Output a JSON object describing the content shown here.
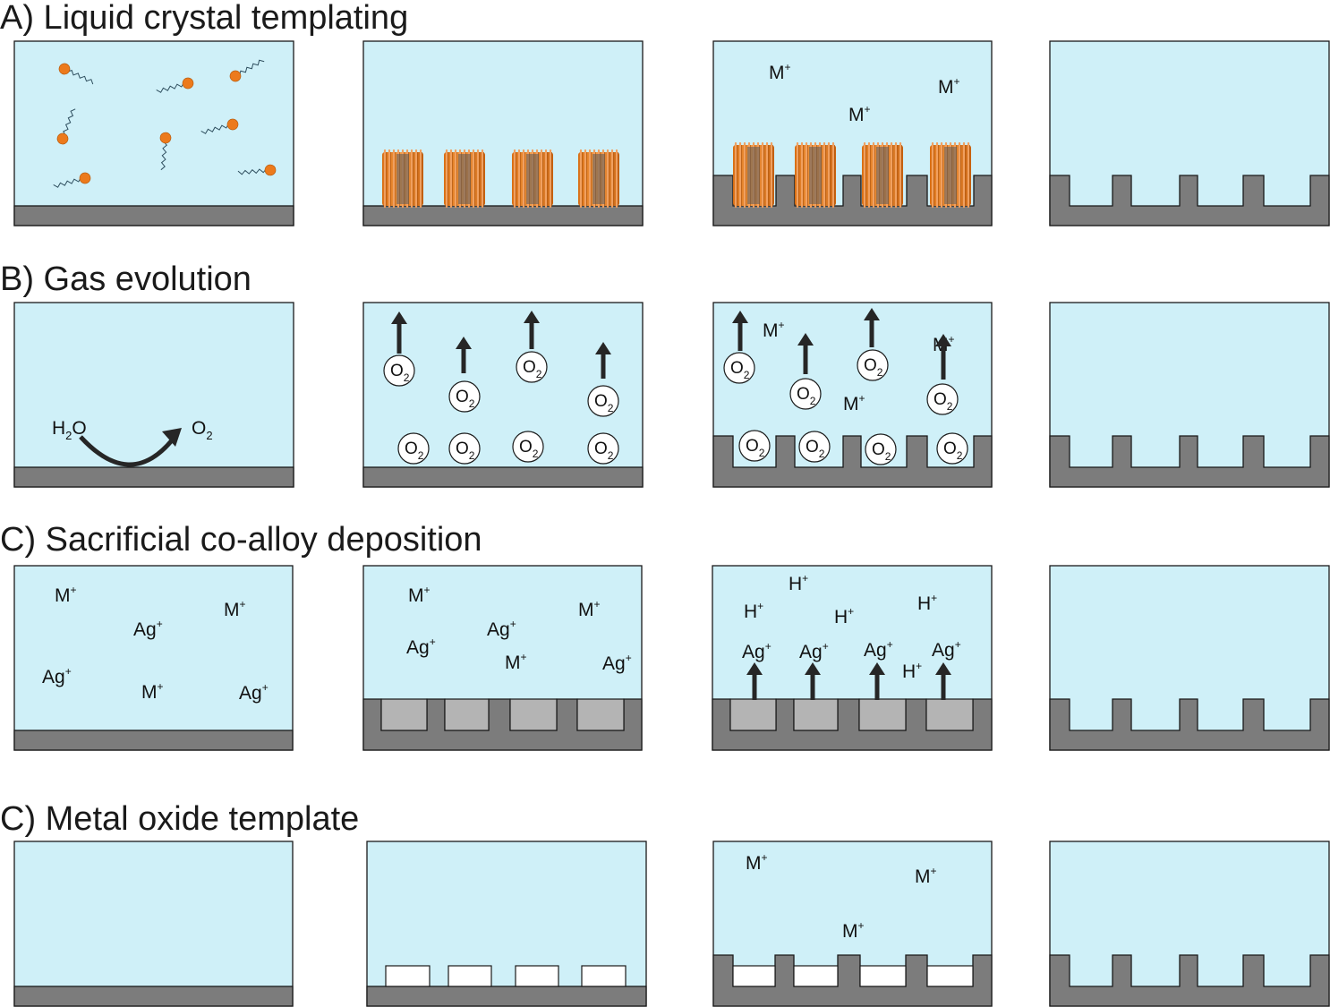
{
  "colors": {
    "solution": "#cff0f8",
    "substrate": "#7c7c7c",
    "outline": "#1a1a1a",
    "surfactant_head": "#ec7a1c",
    "surfactant_tail": "#2f4f5f",
    "micelle": "#e58022",
    "alloy_block": "#b4b4b4",
    "oxide_block": "#ffffff",
    "bubble": "#ffffff",
    "arrow": "#262626"
  },
  "rows": [
    {
      "id": "A",
      "title": "A) Liquid crystal templating"
    },
    {
      "id": "B",
      "title": "B) Gas evolution"
    },
    {
      "id": "C1",
      "title": "C) Sacrificial co-alloy deposition"
    },
    {
      "id": "C2",
      "title": "C) Metal oxide template"
    }
  ],
  "labels": {
    "metal_ion": "M",
    "silver_ion": "Ag",
    "proton": "H",
    "plus": "+",
    "oxygen": "O",
    "oxygen_sub": "2",
    "water_h": "H",
    "water_sub": "2",
    "water_o": "O"
  },
  "icons": [
    "surfactant-molecule-icon",
    "micelle-cylinder-icon",
    "gas-bubble-icon",
    "up-arrow-icon",
    "curved-arrow-icon"
  ]
}
